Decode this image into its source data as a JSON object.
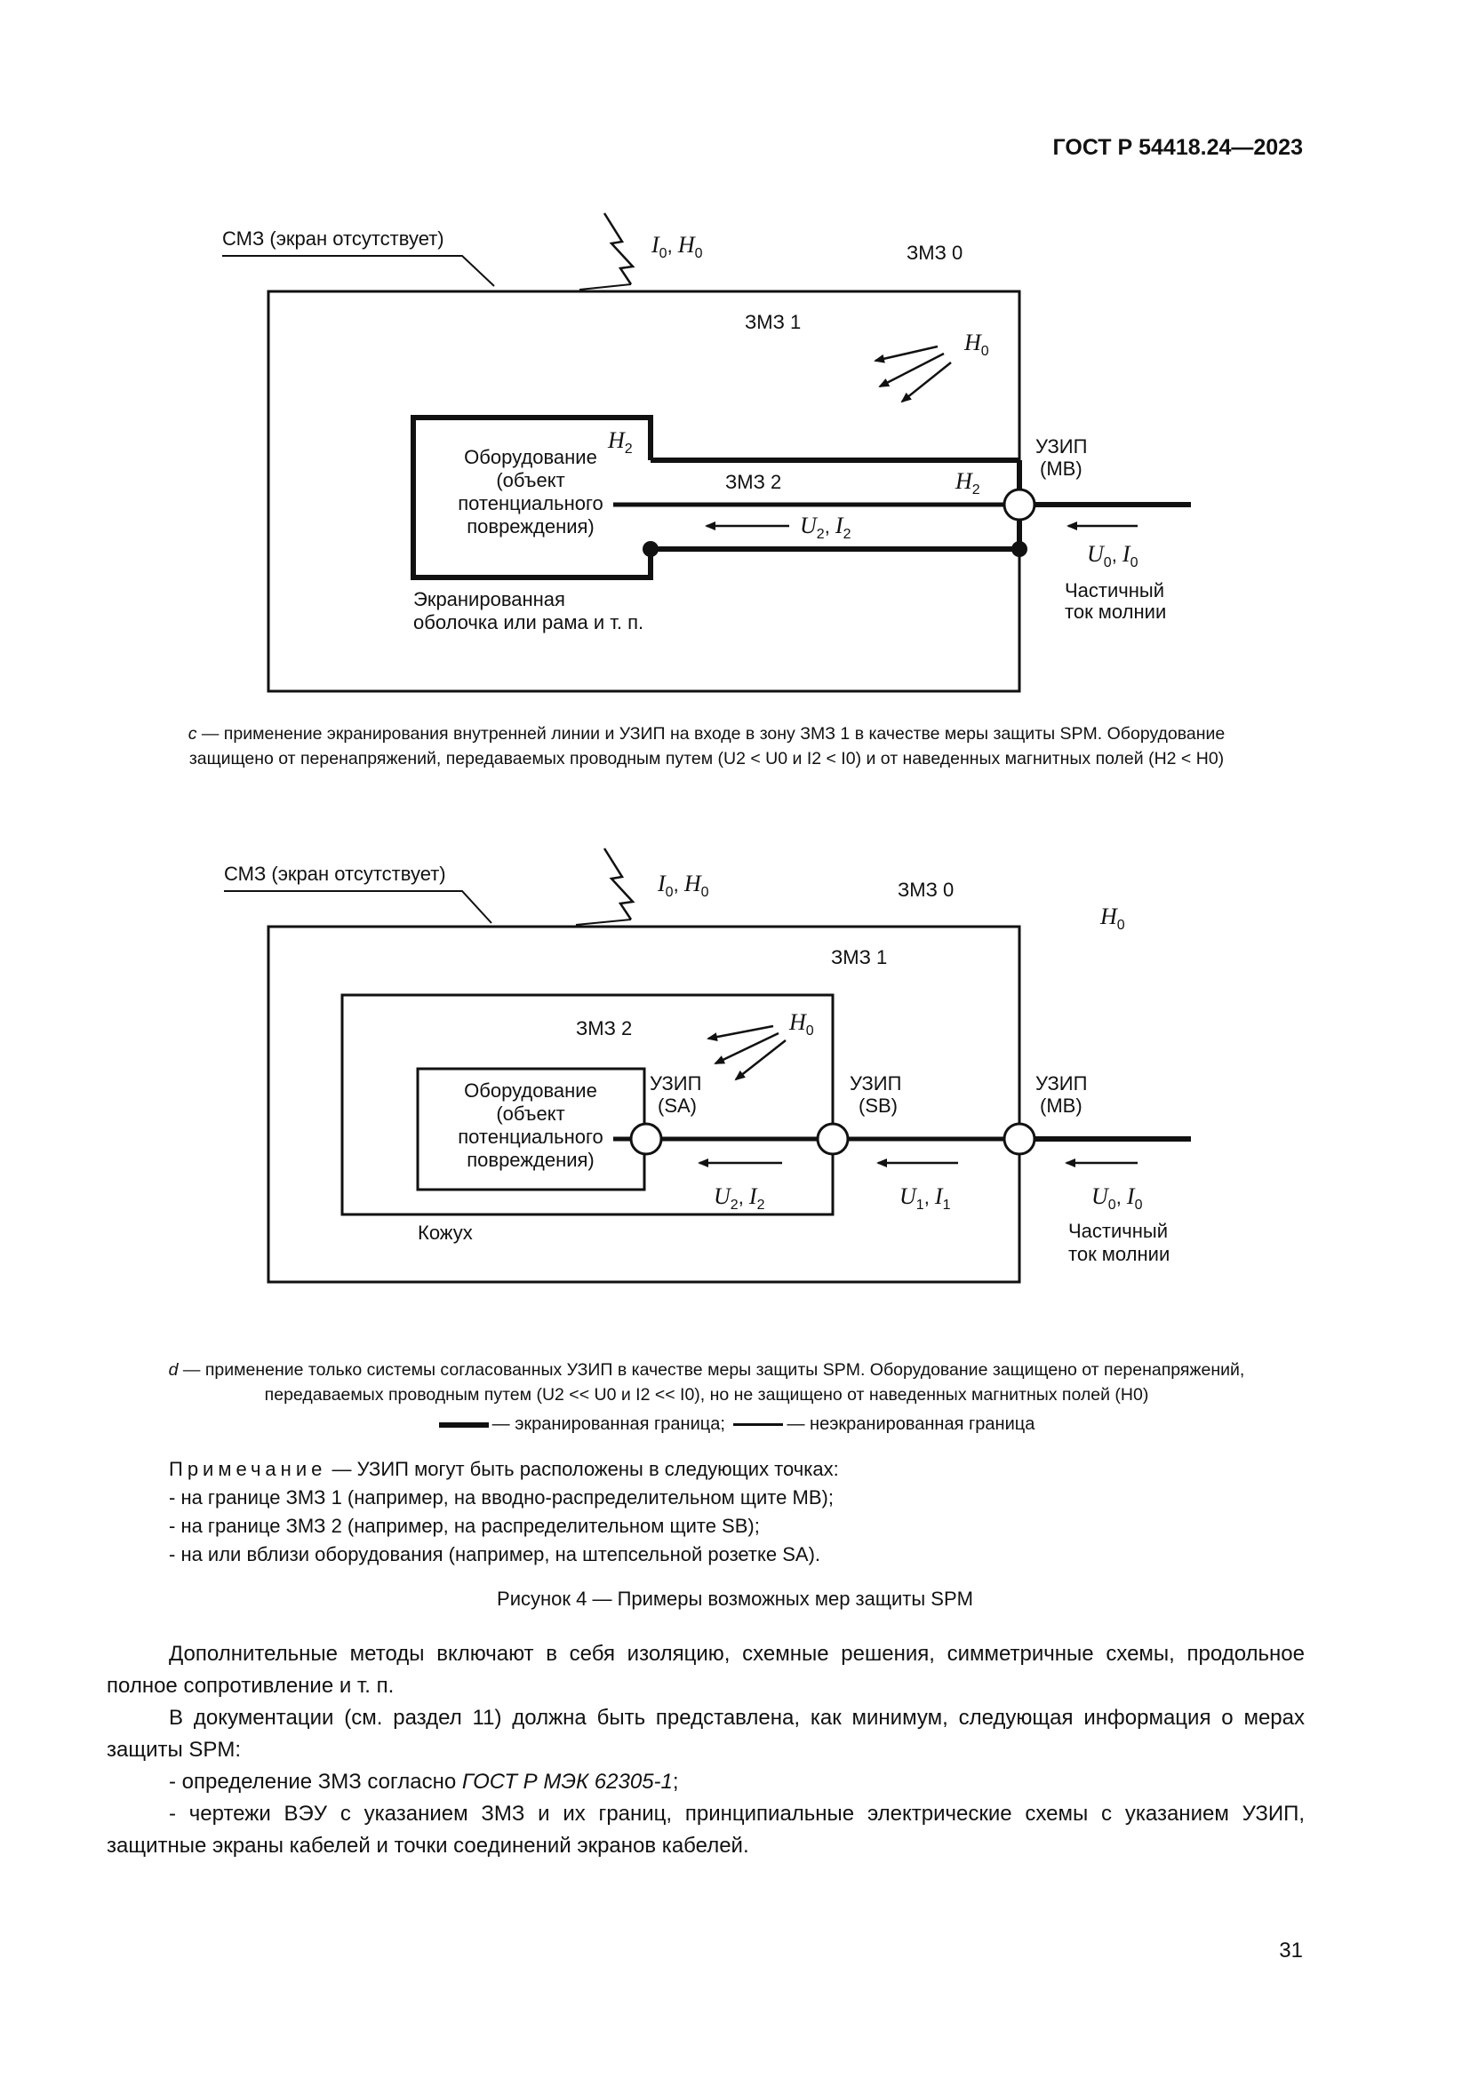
{
  "header": {
    "standard": "ГОСТ Р 54418.24—2023"
  },
  "figure_c": {
    "lpz_label": "СМЗ (экран отсутствует)",
    "lightning_i": "I",
    "lightning_h": "H",
    "sub0": "0",
    "zone0": "ЗМЗ 0",
    "zone1": "ЗМЗ 1",
    "zone2": "ЗМЗ 2",
    "h0": "H",
    "h2": "H",
    "sub2": "2",
    "equip_line1": "Оборудование",
    "equip_line2": "(объект",
    "equip_line3": "потенциального",
    "equip_line4": "повреждения)",
    "spd_label": "УЗИП",
    "spd_mb": "(MB)",
    "u2": "U",
    "i2": "I",
    "u0": "U",
    "i0": "I",
    "partial1": "Частичный",
    "partial2": "ток молнии",
    "shield1": "Экранированная",
    "shield2": "оболочка или рама и т. п."
  },
  "caption_c": {
    "letter": "c",
    "line1": " — применение экранирования внутренней линии и УЗИП на входе в зону ЗМЗ 1 в качестве меры защиты SPM. Оборудование",
    "line2": "защищено от перенапряжений, передаваемых проводным путем (U2 < U0 и I2 < I0) и от наведенных магнитных полей (H2 < H0)"
  },
  "figure_d": {
    "lpz_label": "СМЗ (экран отсутствует)",
    "zone0": "ЗМЗ 0",
    "zone1": "ЗМЗ 1",
    "zone2": "ЗМЗ 2",
    "spd_sa": "(SA)",
    "spd_sb": "(SB)",
    "spd_mb": "(MB)",
    "spd_label": "УЗИП",
    "equip_line1": "Оборудование",
    "equip_line2": "(объект",
    "equip_line3": "потенциального",
    "equip_line4": "повреждения)",
    "housing": "Кожух",
    "partial1": "Частичный",
    "partial2": "ток молнии",
    "sub1": "1"
  },
  "caption_d": {
    "letter": "d",
    "line1": " — применение только системы согласованных УЗИП в качестве меры защиты SPM. Оборудование защищено от перенапряжений,",
    "line2": "передаваемых проводным путем (U2 << U0 и I2 << I0), но не защищено от наведенных магнитных полей (H0)"
  },
  "legend": {
    "shielded": "— экранированная граница;",
    "unshielded": "— неэкранированная граница"
  },
  "note": {
    "title": "Примечание",
    "intro": " — УЗИП могут быть расположены в следующих точках:",
    "items": [
      "- на границе ЗМЗ 1 (например, на вводно-распределительном щите MB);",
      "- на границе ЗМЗ 2 (например, на распределительном щите SB);",
      "- на или вблизи оборудования (например, на штепсельной розетке SA)."
    ]
  },
  "figure_caption": "Рисунок 4 — Примеры возможных мер защиты SPM",
  "body": {
    "p1": "Дополнительные методы включают в себя изоляцию, схемные решения, симметричные схемы, продольное полное сопротивление и т. п.",
    "p2": "В документации (см. раздел 11) должна быть представлена, как минимум, следующая информация о мерах защиты SPM:",
    "p3_pre": "- определение ЗМЗ согласно ",
    "p3_ref": "ГОСТ Р МЭК 62305-1",
    "p3_post": ";",
    "p4": "- чертежи ВЭУ с указанием ЗМЗ и их границ, принципиальные электрические схемы с указанием УЗИП, защитные экраны кабелей и точки соединений экранов кабелей."
  },
  "page_number": "31"
}
